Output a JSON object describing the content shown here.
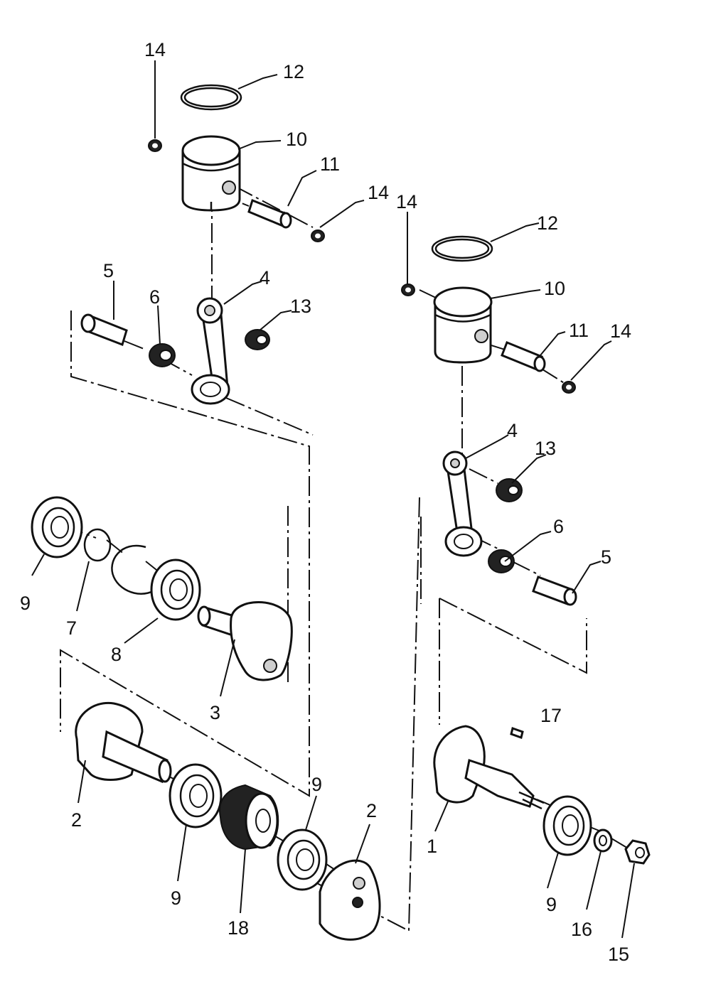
{
  "labels": {
    "l14a": "14",
    "l12a": "12",
    "l10a": "10",
    "l11a": "11",
    "l14b": "14",
    "l5a": "5",
    "l6a": "6",
    "l4a": "4",
    "l13a": "13",
    "l14c": "14",
    "l12b": "12",
    "l10b": "10",
    "l11b": "11",
    "l14d": "14",
    "l4b": "4",
    "l13b": "13",
    "l6b": "6",
    "l5b": "5",
    "l9a": "9",
    "l7": "7",
    "l8": "8",
    "l3": "3",
    "l17": "17",
    "l2a": "2",
    "l9b": "9",
    "l9c": "9",
    "l18": "18",
    "l2b": "2",
    "l1": "1",
    "l9d": "9",
    "l16": "16",
    "l15": "15"
  }
}
